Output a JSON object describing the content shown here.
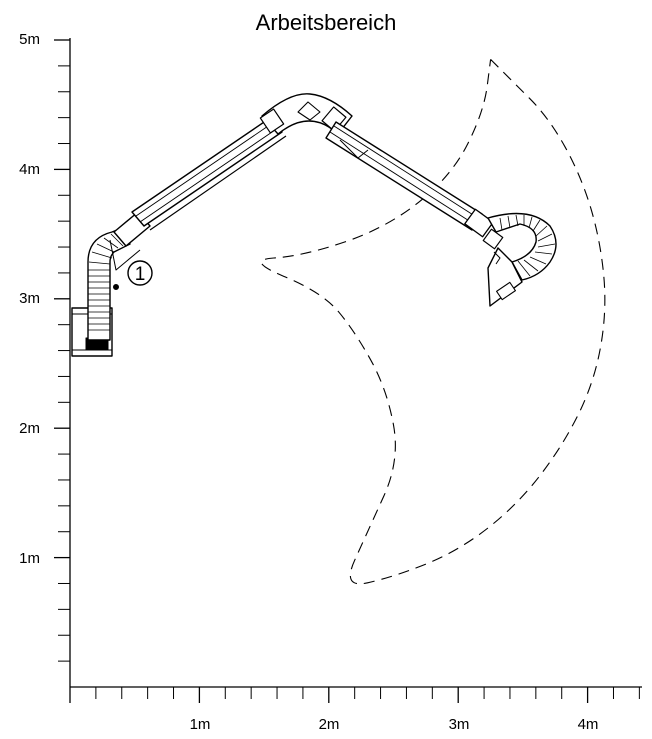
{
  "title": "Arbeitsbereich",
  "axes": {
    "y_labels": [
      "1m",
      "2m",
      "3m",
      "4m",
      "5m"
    ],
    "x_labels": [
      "1m",
      "2m",
      "3m",
      "4m"
    ],
    "minor_ticks_per_meter": 5,
    "x_range_m": [
      0,
      4.4
    ],
    "y_range_m": [
      0,
      5
    ]
  },
  "callout": {
    "number": "1"
  },
  "colors": {
    "line": "#000000",
    "background": "#ffffff",
    "arm_fill": "#ffffff"
  },
  "working_area_outline": {
    "style": "dashed",
    "points_m": [
      [
        3.25,
        4.85
      ],
      [
        3.4,
        4.7
      ],
      [
        3.7,
        4.4
      ],
      [
        3.95,
        3.95
      ],
      [
        4.1,
        3.45
      ],
      [
        4.15,
        2.9
      ],
      [
        4.05,
        2.35
      ],
      [
        3.8,
        1.85
      ],
      [
        3.45,
        1.4
      ],
      [
        3.0,
        1.05
      ],
      [
        2.5,
        0.85
      ],
      [
        2.1,
        0.76
      ],
      [
        2.3,
        1.2
      ],
      [
        2.55,
        1.75
      ],
      [
        2.45,
        2.3
      ],
      [
        2.2,
        2.75
      ],
      [
        1.95,
        3.05
      ],
      [
        1.35,
        3.3
      ],
      [
        1.8,
        3.33
      ],
      [
        2.45,
        3.55
      ],
      [
        2.95,
        3.95
      ],
      [
        3.2,
        4.45
      ],
      [
        3.25,
        4.85
      ]
    ]
  }
}
